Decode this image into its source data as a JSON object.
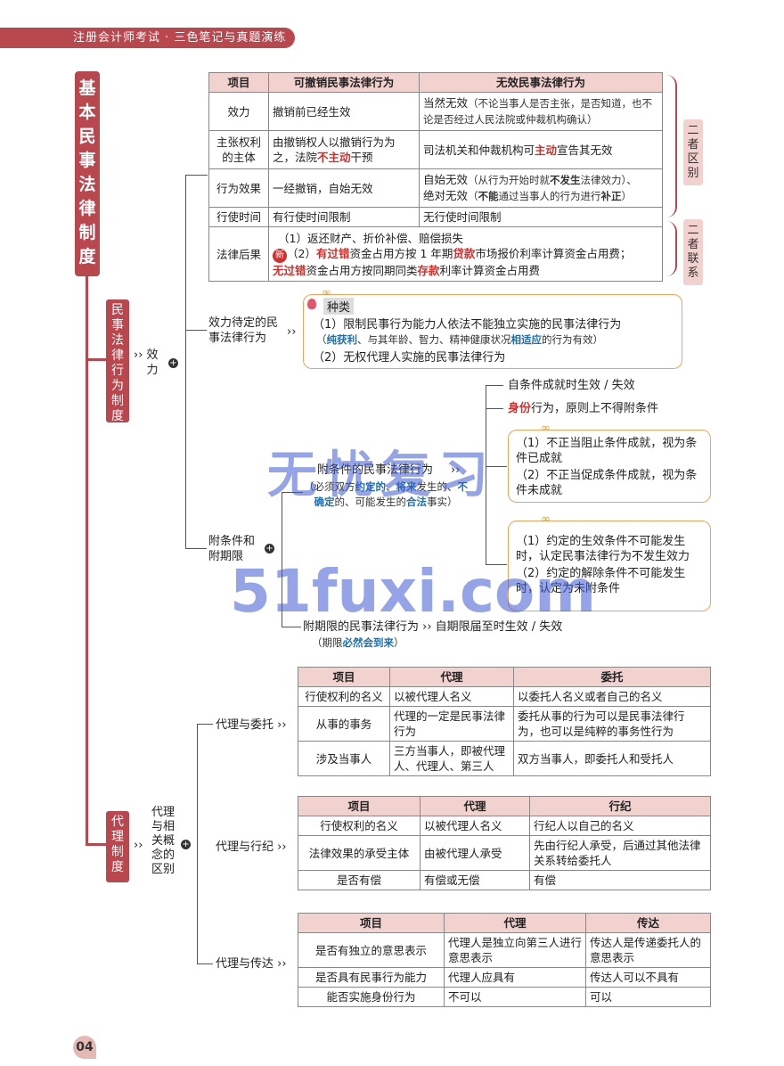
{
  "header": {
    "title": "注册会计师考试 · 三色笔记与真题演练"
  },
  "spine": {
    "title": "基本民事法律制度"
  },
  "sections": {
    "civil_act": "民事法律行为制度",
    "xiaoli": "效力",
    "agency": "代理制度",
    "agency_diff": "代理与相关概念的区别"
  },
  "side_tags": {
    "diff": "二者区别",
    "link": "二者联系"
  },
  "table1": {
    "headers": [
      "项目",
      "可撤销民事法律行为",
      "无效民事法律行为"
    ],
    "r1": {
      "k": "效力",
      "a": "撤销前已经生效",
      "b1": "当然无效",
      "b2": "（不论当事人是否主张，是否知道，也不论是否经过人民法院或仲裁机构确认）"
    },
    "r2": {
      "k": "主张权利的主体",
      "a1": "由撤销权人以撤销行为为之，法院",
      "a2": "不主动",
      "a3": "干预",
      "b1": "司法机关和仲裁机构可",
      "b2": "主动",
      "b3": "宣告其无效"
    },
    "r3": {
      "k": "行为效果",
      "a": "一经撤销，自始无效",
      "b1": "自始无效",
      "b2": "（从行为开始时就",
      "b3": "不发生",
      "b4": "法律效力）、",
      "b5": "绝对无效",
      "b6": "（",
      "b7": "不能",
      "b8": "通过当事人的行为进行",
      "b9": "补正",
      "b10": "）"
    },
    "r4": {
      "k": "行使时间",
      "a": "有行使时间限制",
      "b": "无行使时间限制"
    },
    "r5": {
      "k": "法律后果",
      "l1": "（1）返还财产、折价补偿、赔偿损失",
      "new": "新",
      "l2a": "（2）",
      "l2b": "有过错",
      "l2c": "资金占用方按 1 年期",
      "l2d": "贷款",
      "l2e": "市场报价利率计算资金占用费；",
      "l3a": "无过错",
      "l3b": "资金占用方按同期同类",
      "l3c": "存款",
      "l3d": "利率计算资金占用费"
    }
  },
  "pending": {
    "label": "效力待定的民事法律行为",
    "title": "种类",
    "l1": "（1）限制民事行为能力人依法不能独立实施的民事法律行为",
    "l2a": "（",
    "l2b": "纯获利",
    "l2c": "、与其年龄、智力、精神健康状况",
    "l2d": "相适应",
    "l2e": "的行为有效）",
    "l3": "（2）无权代理人实施的民事法律行为"
  },
  "cond": {
    "branch": "附条件和附期限",
    "label": "附条件的民事法律行为",
    "n1": "（必须双方",
    "n2": "约定的",
    "n3": "、",
    "n4": "将来",
    "n5": "发生的、",
    "n6": "不确定",
    "n7": "的、可能发生的",
    "n8": "合法",
    "n9": "事实）",
    "item1": "自条件成就时生效 / 失效",
    "item2a": "身份",
    "item2b": "行为，原则上不得附条件",
    "box1": [
      "（1）不正当阻止条件成就，视为条件已成就",
      "（2）不正当促成条件成就，视为条件未成就"
    ],
    "box2": [
      "（1）约定的生效条件不可能发生时，认定民事法律行为不发生效力",
      "（2）约定的解除条件不可能发生时，认定为未附条件"
    ],
    "term": "附期限的民事法律行为 ›› 自期限届至时生效 / 失效",
    "term_note_a": "（期限",
    "term_note_b": "必然会到来",
    "term_note_c": "）"
  },
  "t2": {
    "branch": "代理与委托 ››",
    "headers": [
      "项目",
      "代理",
      "委托"
    ],
    "rows": [
      [
        "行使权利的名义",
        "以被代理人名义",
        "以委托人名义或者自己的名义"
      ],
      [
        "从事的事务",
        "代理的一定是民事法律行为",
        "委托从事的行为可以是民事法律行为，也可以是纯粹的事务性行为"
      ],
      [
        "涉及当事人",
        "三方当事人，即被代理人、代理人、第三人",
        "双方当事人，即委托人和受托人"
      ]
    ]
  },
  "t3": {
    "branch": "代理与行纪 ››",
    "headers": [
      "项目",
      "代理",
      "行纪"
    ],
    "rows": [
      [
        "行使权利的名义",
        "以被代理人名义",
        "行纪人以自己的名义"
      ],
      [
        "法律效果的承受主体",
        "由被代理人承受",
        "先由行纪人承受，后通过其他法律关系转给委托人"
      ],
      [
        "是否有偿",
        "有偿或无偿",
        "有偿"
      ]
    ]
  },
  "t4": {
    "branch": "代理与传达 ››",
    "headers": [
      "项目",
      "代理",
      "传达"
    ],
    "rows": [
      [
        "是否有独立的意思表示",
        "代理人是独立向第三人进行意思表示",
        "传达人是传递委托人的意思表示"
      ],
      [
        "是否具有民事行为能力",
        "代理人应具有",
        "传达人可以不具有"
      ],
      [
        "能否实施身份行为",
        "不可以",
        "可以"
      ]
    ]
  },
  "watermark": {
    "l1": "无忧复习",
    "l2": "51fuxi.com"
  },
  "page": "04"
}
